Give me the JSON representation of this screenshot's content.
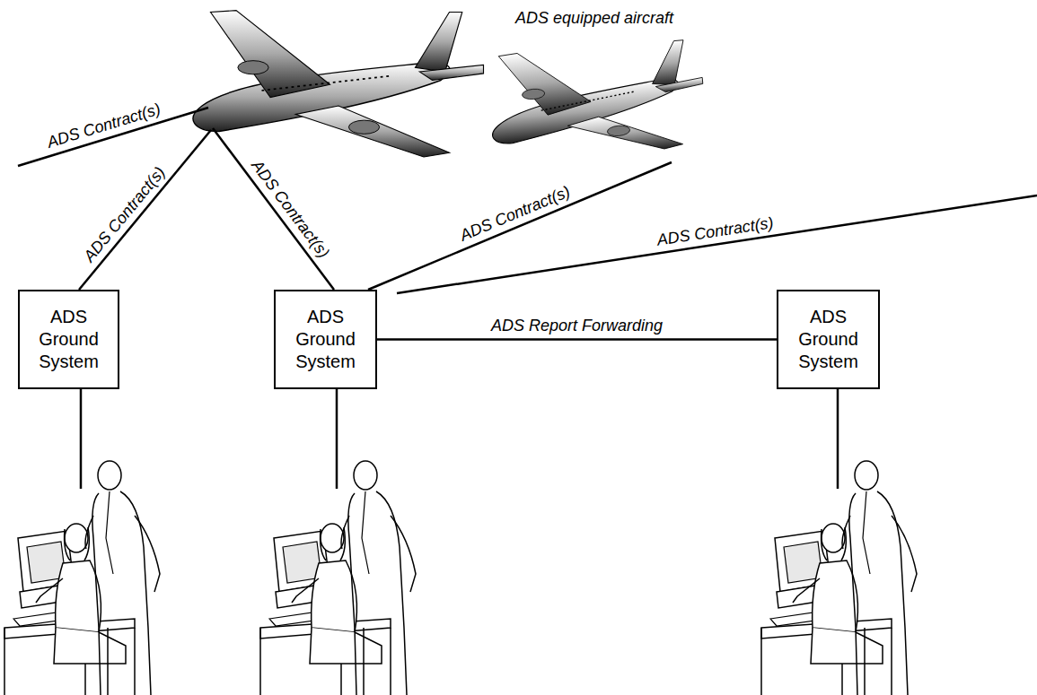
{
  "diagram": {
    "nodes": [
      {
        "text": [
          "ADS Ground System"
        ]
      },
      {
        "text": [
          "ADS Ground System"
        ]
      },
      {
        "text": [
          "ADS Ground System"
        ]
      }
    ],
    "edges": [
      {
        "from": 1,
        "to": 2,
        "arrow": "none",
        "label": "ADS Report Forwarding"
      }
    ],
    "labels": [
      "ADS equipped aircraft",
      "ADS Contract(s)",
      "ADS Contract(s)",
      "ADS Contract(s)",
      "ADS Contract(s)",
      "ADS Contract(s)"
    ]
  }
}
